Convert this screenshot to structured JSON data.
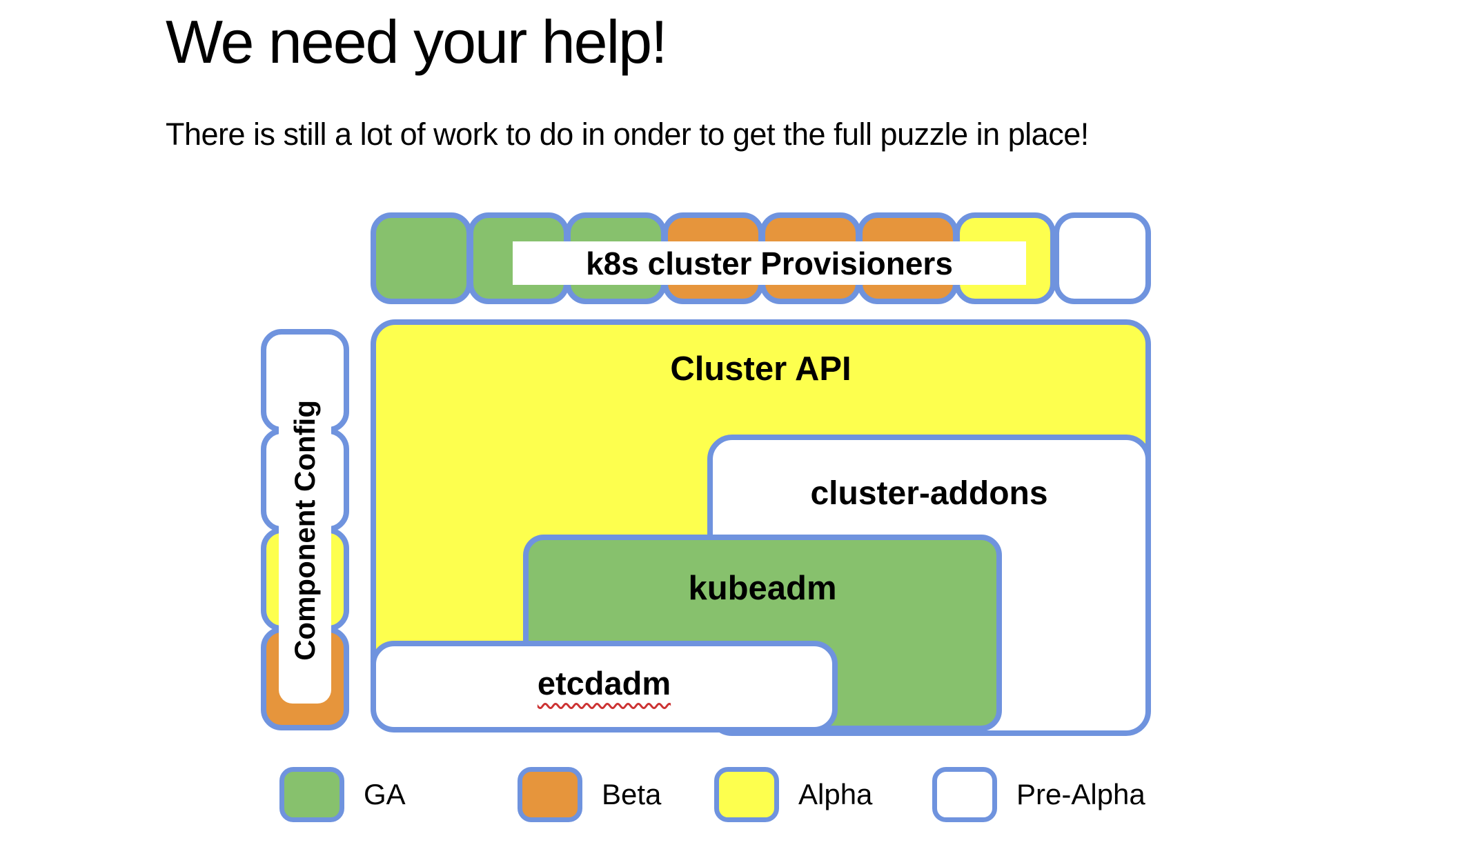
{
  "header": {
    "title": "We need your help!",
    "subtitle": "There is still a lot of work to do in onder to get the full puzzle in place!"
  },
  "colors": {
    "ga": "#87c16d",
    "beta": "#e6953c",
    "alpha": "#fdff4e",
    "pre_alpha": "#ffffff",
    "border": "#6f93de",
    "squiggle": "#cc3333"
  },
  "diagram": {
    "provisioners": {
      "label": "k8s cluster Provisioners",
      "pieces": [
        "ga",
        "ga",
        "ga",
        "beta",
        "beta",
        "beta",
        "alpha",
        "pre_alpha"
      ]
    },
    "component_config": {
      "label": "Component Config",
      "pieces": [
        "pre_alpha",
        "pre_alpha",
        "alpha",
        "beta"
      ]
    },
    "blocks": [
      {
        "id": "cluster-api",
        "label": "Cluster API",
        "status": "alpha"
      },
      {
        "id": "cluster-addons",
        "label": "cluster-addons",
        "status": "pre_alpha"
      },
      {
        "id": "kubeadm",
        "label": "kubeadm",
        "status": "ga"
      },
      {
        "id": "etcdadm",
        "label": "etcdadm",
        "status": "pre_alpha",
        "misspelled": true
      }
    ]
  },
  "legend": {
    "items": [
      {
        "label": "GA",
        "status": "ga"
      },
      {
        "label": "Beta",
        "status": "beta"
      },
      {
        "label": "Alpha",
        "status": "alpha"
      },
      {
        "label": "Pre-Alpha",
        "status": "pre_alpha"
      }
    ]
  }
}
